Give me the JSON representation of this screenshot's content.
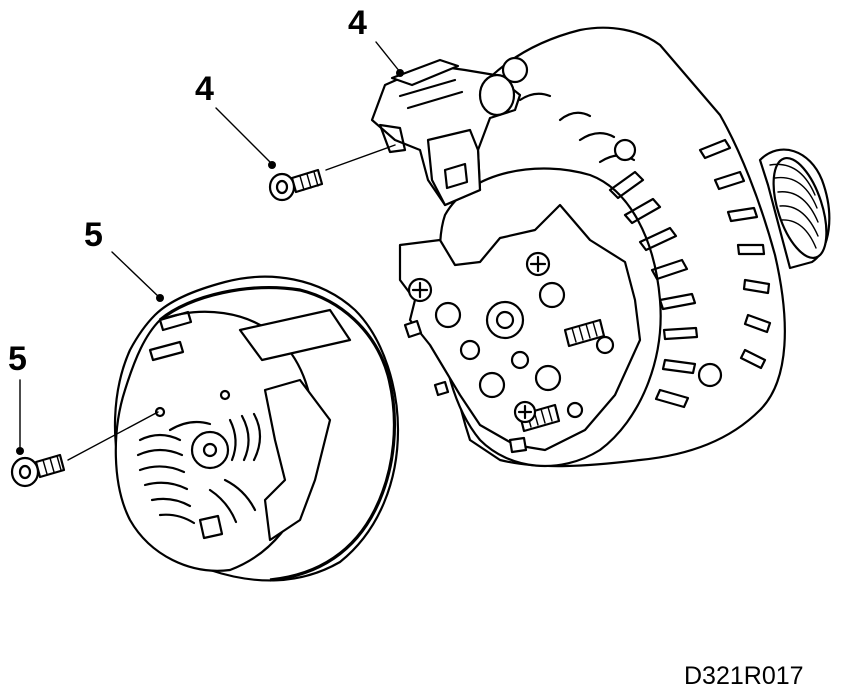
{
  "drawing": {
    "reference_code": "D321R017"
  },
  "callouts": [
    {
      "label": "4",
      "part": "regulator-connector"
    },
    {
      "label": "4",
      "part": "regulator-screw"
    },
    {
      "label": "5",
      "part": "rear-cover"
    },
    {
      "label": "5",
      "part": "cover-screw"
    }
  ]
}
